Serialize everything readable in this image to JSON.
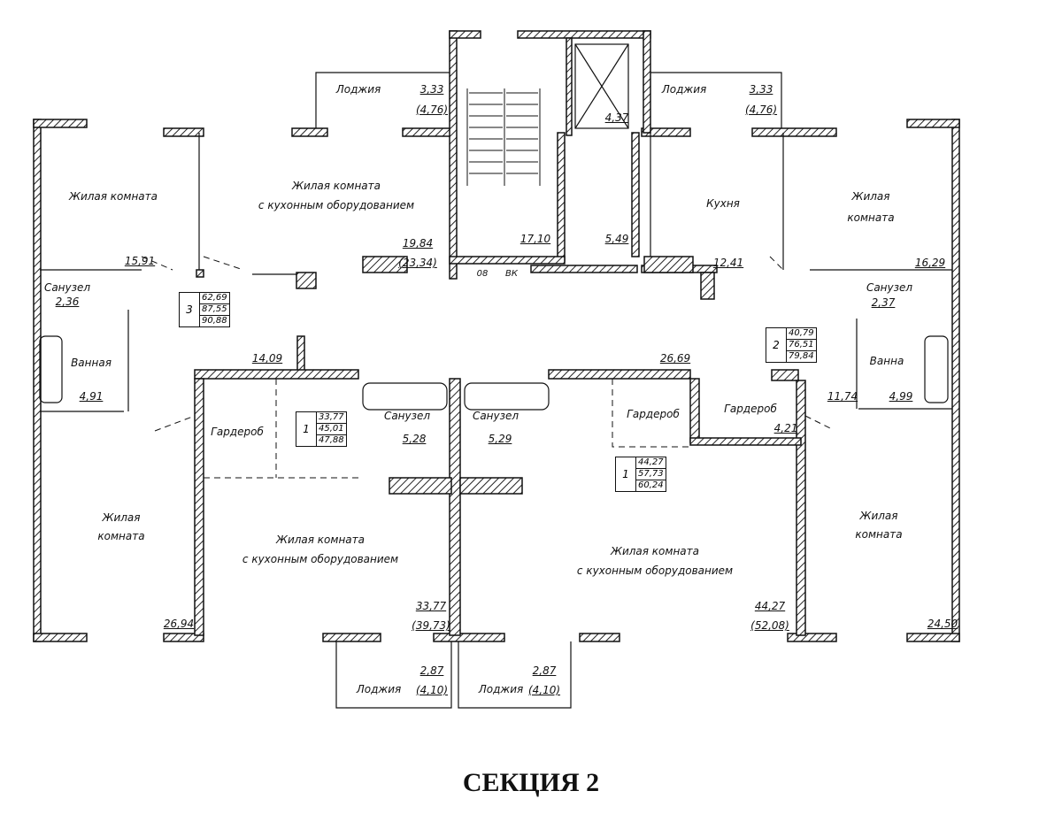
{
  "title": "СЕКЦИЯ 2",
  "rooms": {
    "loggia_tl": {
      "name": "Лоджия",
      "area": "3,33",
      "area2": "(4,76)"
    },
    "loggia_tr": {
      "name": "Лоджия",
      "area": "3,33",
      "area2": "(4,76)"
    },
    "elevator": {
      "area": "4,37"
    },
    "room_tl": {
      "name": "Жилая комната",
      "area": "15,91"
    },
    "living_kitchen_top": {
      "name": "Жилая комната",
      "name2": "с кухонным оборудованием",
      "area": "19,84",
      "area2": "(23,34)"
    },
    "stair": {
      "area": "17,10"
    },
    "lobby": {
      "area": "5,49"
    },
    "shaft_labels": {
      "a": "08",
      "b": "ВК"
    },
    "kitchen_tr": {
      "name": "Кухня",
      "area": "12,41"
    },
    "room_tr": {
      "name": "Жилая",
      "name2": "комната",
      "area": "16,29"
    },
    "wc_left": {
      "name": "Санузел",
      "area": "2,36"
    },
    "bath_left": {
      "name": "Ванная",
      "area": "4,91"
    },
    "hall_left": {
      "area": "14,09"
    },
    "wc_right": {
      "name": "Санузел",
      "area": "2,37"
    },
    "bath_right": {
      "name": "Ванна",
      "area": "4,99"
    },
    "hall_right_small": {
      "area": "11,74"
    },
    "hall_right": {
      "area": "26,69"
    },
    "wardrobe_bl": {
      "name": "Гардероб"
    },
    "wc_bl": {
      "name": "Санузел",
      "area": "5,28"
    },
    "wc_br": {
      "name": "Санузел",
      "area": "5,29"
    },
    "wardrobe_bc": {
      "name": "Гардероб"
    },
    "wardrobe_br": {
      "name": "Гардероб",
      "area": "4,21"
    },
    "room_bl": {
      "name": "Жилая",
      "name2": "комната",
      "area": "26,94"
    },
    "living_kitchen_bl": {
      "name": "Жилая комната",
      "name2": "с кухонным оборудованием",
      "area": "33,77",
      "area2": "(39,73)"
    },
    "living_kitchen_br": {
      "name": "Жилая комната",
      "name2": "с кухонным оборудованием",
      "area": "44,27",
      "area2": "(52,08)"
    },
    "room_br": {
      "name": "Жилая",
      "name2": "комната",
      "area": "24,50"
    },
    "loggia_bl": {
      "name": "Лоджия",
      "area": "2,87",
      "area2": "(4,10)"
    },
    "loggia_br": {
      "name": "Лоджия",
      "area": "2,87",
      "area2": "(4,10)"
    }
  },
  "apartments": [
    {
      "rooms": "3",
      "values": [
        "62,69",
        "87,55",
        "90,88"
      ]
    },
    {
      "rooms": "2",
      "values": [
        "40,79",
        "76,51",
        "79,84"
      ]
    },
    {
      "rooms": "1",
      "values": [
        "33,77",
        "45,01",
        "47,88"
      ]
    },
    {
      "rooms": "1",
      "values": [
        "44,27",
        "57,73",
        "60,24"
      ]
    }
  ]
}
